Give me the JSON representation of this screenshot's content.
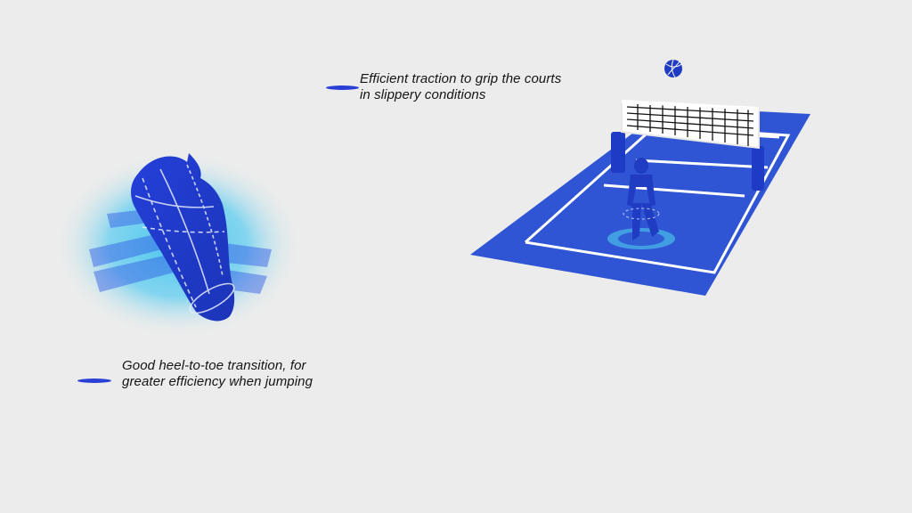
{
  "callouts": {
    "traction": {
      "line1": "Efficient traction to grip the courts",
      "line2": "in slippery conditions"
    },
    "heel_toe": {
      "line1": "Good heel-to-toe transition, for",
      "line2": "greater efficiency when jumping"
    }
  },
  "colors": {
    "background": "#ececec",
    "accent_blue": "#2a3fd6",
    "court_blue": "#2f55d4",
    "glow_cyan": "#3fc2ee",
    "text": "#141414"
  },
  "icons": {
    "shoe": "running-shoe-illustration",
    "court": "volleyball-court-illustration",
    "ball": "volleyball-icon"
  }
}
